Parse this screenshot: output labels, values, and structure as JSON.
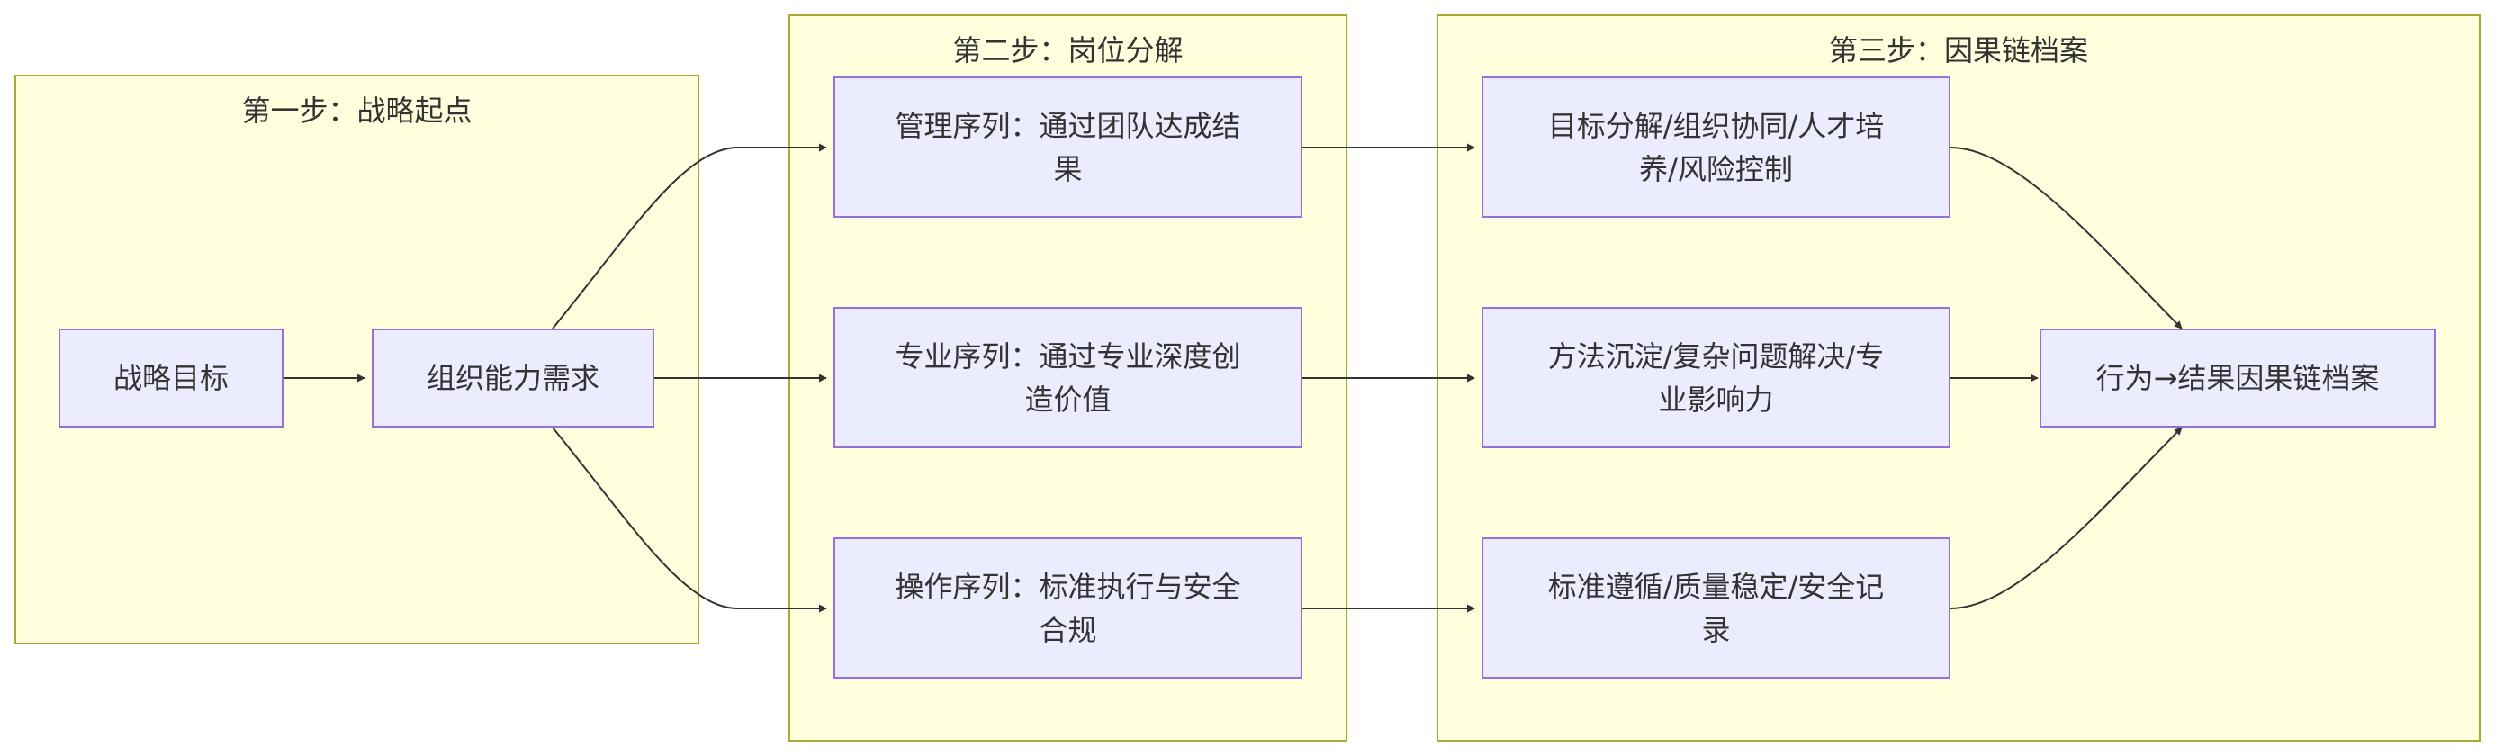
{
  "clusters": {
    "step1": {
      "title": "第一步：战略起点"
    },
    "step2": {
      "title": "第二步：岗位分解"
    },
    "step3": {
      "title": "第三步：因果链档案"
    }
  },
  "nodes": {
    "strategic_goal": "战略目标",
    "org_capability": "组织能力需求",
    "management_seq": "管理序列：通过团队达成结果",
    "professional_seq": "专业序列：通过专业深度创造价值",
    "operation_seq": "操作序列：标准执行与安全合规",
    "management_evidence": "目标分解/组织协同/人才培养/风险控制",
    "professional_evidence": "方法沉淀/复杂问题解决/专业影响力",
    "operation_evidence": "标准遵循/质量稳定/安全记录",
    "causal_archive": "行为→结果因果链档案"
  },
  "colors": {
    "cluster_fill": "#ffffde",
    "cluster_border": "#aaaa33",
    "node_fill": "#ececff",
    "node_border": "#9370db",
    "edge": "#333333",
    "text": "#333333"
  }
}
